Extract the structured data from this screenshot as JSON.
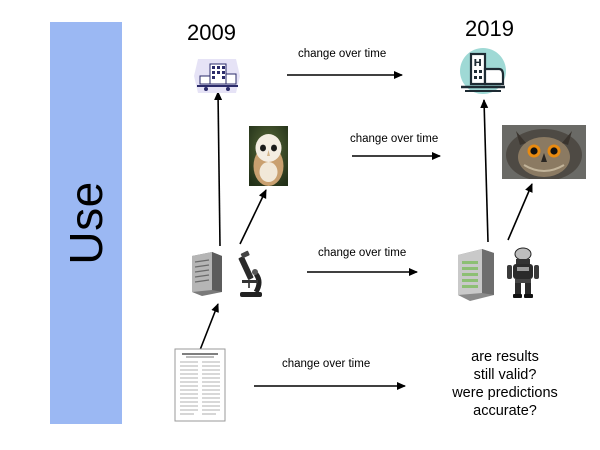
{
  "sidebar": {
    "label": "Use"
  },
  "years": {
    "left": "2009",
    "right": "2019"
  },
  "captions": {
    "row1": "change over time",
    "row2": "change over time",
    "row3": "change over time",
    "row4": "change over time"
  },
  "question": {
    "line1": "are results",
    "line2": "still valid?",
    "line3": "were predictions",
    "line4": "accurate?"
  },
  "icons": {
    "old_hospital": "hospital-icon",
    "new_hospital": "hospital-icon",
    "barn_owl": "owl-icon",
    "eagle_owl": "owl-icon",
    "old_server": "server-icon",
    "new_server": "server-icon",
    "microscope": "microscope-icon",
    "robot": "robot-icon",
    "paper": "document-icon"
  },
  "colors": {
    "sidebar": "#9bb8f3"
  }
}
